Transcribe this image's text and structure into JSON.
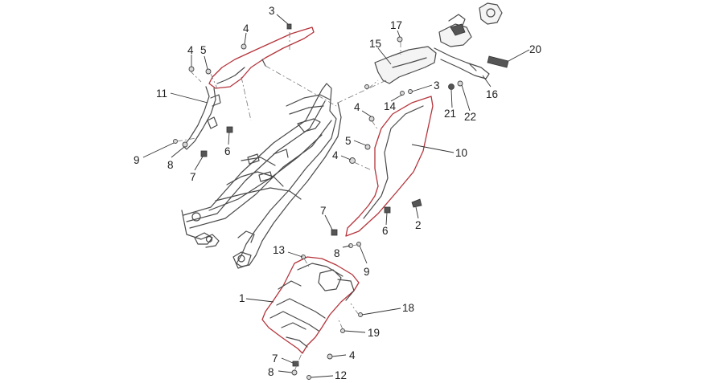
{
  "callouts": [
    {
      "id": "c3a",
      "text": "3"
    },
    {
      "id": "c4a",
      "text": "4"
    },
    {
      "id": "c4b",
      "text": "4"
    },
    {
      "id": "c5a",
      "text": "5"
    },
    {
      "id": "c11",
      "text": "11"
    },
    {
      "id": "c6a",
      "text": "6"
    },
    {
      "id": "c9a",
      "text": "9"
    },
    {
      "id": "c8a",
      "text": "8"
    },
    {
      "id": "c7a",
      "text": "7"
    },
    {
      "id": "c17",
      "text": "17"
    },
    {
      "id": "c15",
      "text": "15"
    },
    {
      "id": "c3b",
      "text": "3"
    },
    {
      "id": "c14",
      "text": "14"
    },
    {
      "id": "c4c",
      "text": "4"
    },
    {
      "id": "c5b",
      "text": "5"
    },
    {
      "id": "c4d",
      "text": "4"
    },
    {
      "id": "c10",
      "text": "10"
    },
    {
      "id": "c20",
      "text": "20"
    },
    {
      "id": "c16",
      "text": "16"
    },
    {
      "id": "c21",
      "text": "21"
    },
    {
      "id": "c22",
      "text": "22"
    },
    {
      "id": "c7b",
      "text": "7"
    },
    {
      "id": "c6b",
      "text": "6"
    },
    {
      "id": "c2",
      "text": "2"
    },
    {
      "id": "c8b",
      "text": "8"
    },
    {
      "id": "c9b",
      "text": "9"
    },
    {
      "id": "c13",
      "text": "13"
    },
    {
      "id": "c1",
      "text": "1"
    },
    {
      "id": "c18",
      "text": "18"
    },
    {
      "id": "c19",
      "text": "19"
    },
    {
      "id": "c7c",
      "text": "7"
    },
    {
      "id": "c4e",
      "text": "4"
    },
    {
      "id": "c8c",
      "text": "8"
    },
    {
      "id": "c12",
      "text": "12"
    }
  ]
}
